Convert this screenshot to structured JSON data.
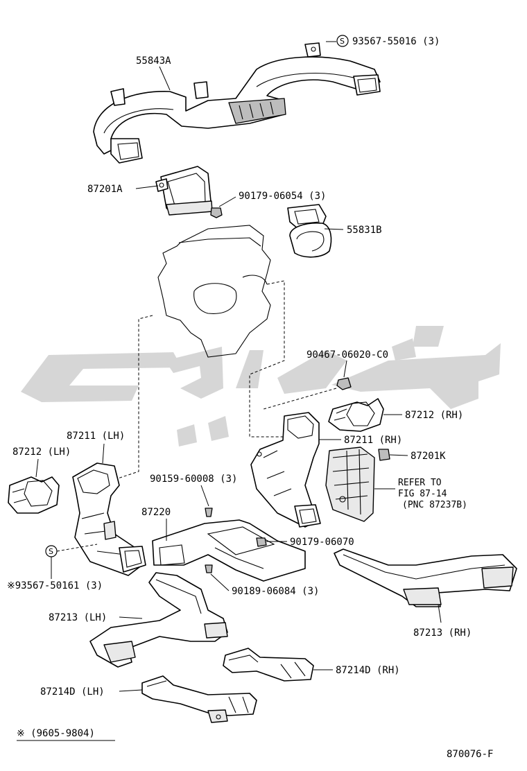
{
  "labels": {
    "p55843A": "55843A",
    "p93567_55016": "93567-55016 (3)",
    "p87201A": "87201A",
    "p90179_06054": "90179-06054 (3)",
    "p55831B": "55831B",
    "p90467": "90467-06020-C0",
    "p87212_RH": "87212 (RH)",
    "p87211_RH": "87211 (RH)",
    "p87201K": "87201K",
    "refer1": "REFER TO",
    "refer2": "FIG 87-14",
    "refer3": "(PNC 87237B)",
    "p87211_LH": "87211 (LH)",
    "p87212_LH": "87212 (LH)",
    "p90159": "90159-60008 (3)",
    "p87220": "87220",
    "p90179_06070": "90179-06070",
    "p93567_50161": "※93567-50161 (3)",
    "p90189": "90189-06084 (3)",
    "p87213_LH": "87213 (LH)",
    "p87213_RH": "87213 (RH)",
    "p87214D_RH": "87214D (RH)",
    "p87214D_LH": "87214D (LH)",
    "footnote": "※ (9605-9804)",
    "fig_no": "870076-F"
  },
  "watermark": {
    "text": "لوکس یدک",
    "color": "#d6d6d6"
  },
  "symbols": {
    "circle_s": "S"
  }
}
